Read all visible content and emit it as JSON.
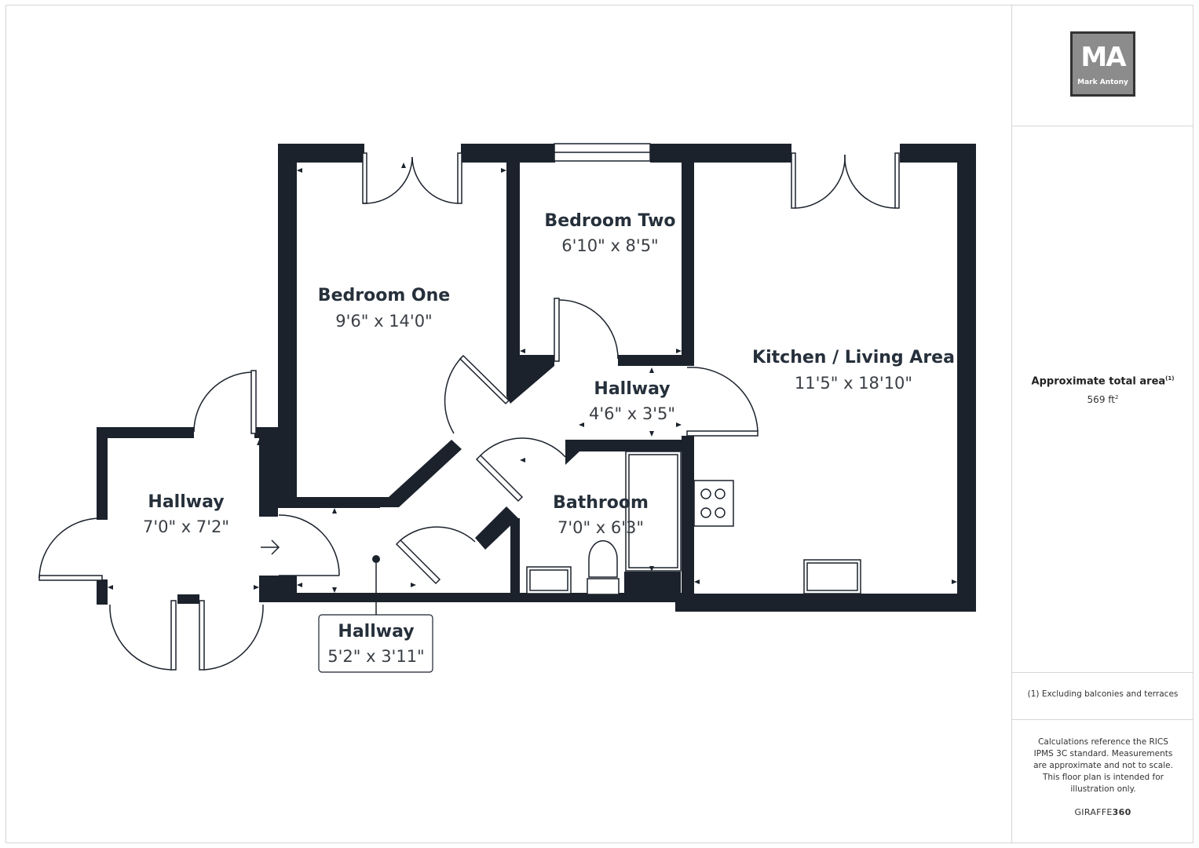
{
  "rooms": {
    "bedroom_one": {
      "name": "Bedroom One",
      "dims": "9'6\" x 14'0\""
    },
    "bedroom_two": {
      "name": "Bedroom Two",
      "dims": "6'10\" x 8'5\""
    },
    "kitchen": {
      "name": "Kitchen / Living Area",
      "dims": "11'5\" x 18'10\""
    },
    "hallway_inner": {
      "name": "Hallway",
      "dims": "4'6\" x 3'5\""
    },
    "bathroom": {
      "name": "Bathroom",
      "dims": "7'0\" x 6'3\""
    },
    "hallway_entrance": {
      "name": "Hallway",
      "dims": "7'0\" x 7'2\""
    },
    "hallway_corridor": {
      "name": "Hallway",
      "dims": "5'2\" x 3'11\""
    }
  },
  "sidebar": {
    "logo_initials": "MA",
    "logo_name": "Mark Antony",
    "area_label": "Approximate total area",
    "area_label_sup": "(1)",
    "area_value": "569 ft",
    "area_unit_sup": "2",
    "footnote": "(1) Excluding balconies and terraces",
    "disclaimer": "Calculations reference the RICS IPMS 3C standard. Measurements are approximate and not to scale. This floor plan is intended for illustration only.",
    "brand_prefix": "GIRAFFE",
    "brand_suffix": "360"
  },
  "colors": {
    "wall": "#1b222c",
    "text_dark": "#26303b",
    "logo_bg": "#8c8c8c"
  },
  "icons": [
    "entrance-arrow-icon",
    "hob-icon",
    "toilet-icon",
    "sink-icon",
    "bath-icon",
    "logo-icon"
  ]
}
